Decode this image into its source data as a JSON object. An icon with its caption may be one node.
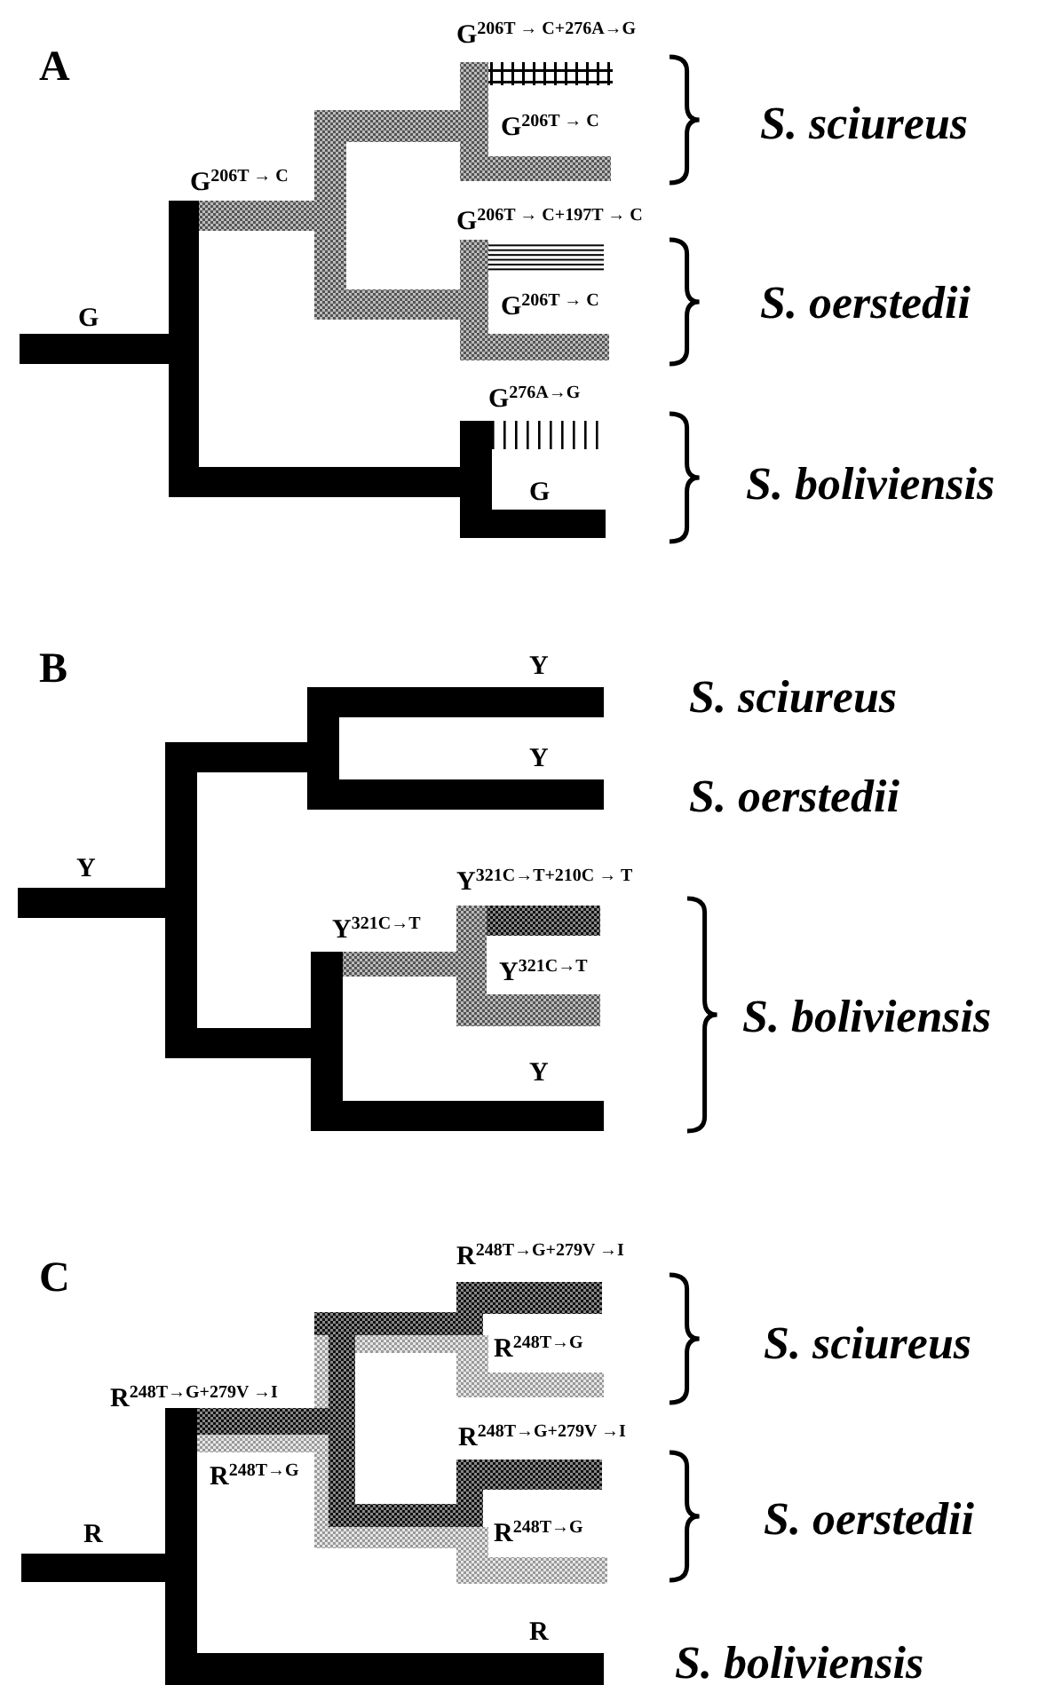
{
  "diagram": {
    "labels": [
      "A",
      "G$^{206T → C+276A→G}$",
      "G$^{206T → C}$",
      "S. sciureus",
      "G$^{206T → C}$",
      "G$^{206T → C+197T → C}$",
      "G$^{206T → C}$",
      "S. oerstedii",
      "G",
      "G$^{276A→G}$",
      "S. boliviensis",
      "G",
      "B",
      "Y",
      "S. sciureus",
      "Y",
      "S. oerstedii",
      "Y",
      "Y$^{321C→T+210C → T}$",
      "Y$^{321C→T}$",
      "Y$^{321C→T}$",
      "S. boliviensis",
      "Y",
      "C",
      "R$^{248T→G+279V →I}$",
      "R$^{248T→G}$",
      "S. sciureus",
      "R$^{248T→G+279V →I}$",
      "R$^{248T→G}$",
      "R$^{248T→G+279V →I}$",
      "R$^{248T→G}$",
      "S. oerstedii",
      "R",
      "R",
      "S. boliviensis"
    ]
  }
}
